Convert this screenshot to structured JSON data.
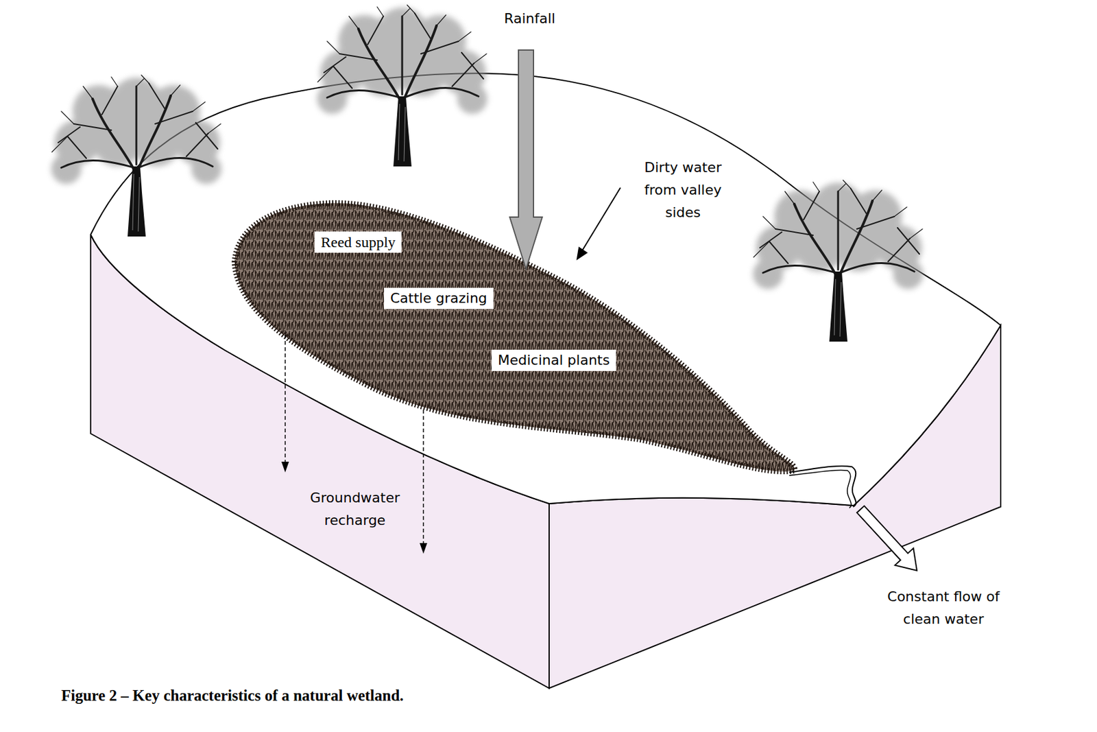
{
  "diagram": {
    "caption": "Figure 2 – Key characteristics of a natural wetland.",
    "nodes": [
      {
        "text": [
          "Reed supply"
        ]
      },
      {
        "text": [
          "Cattle grazing"
        ]
      },
      {
        "text": [
          "Medicinal plants"
        ]
      }
    ],
    "labels": [
      "Rainfall",
      "Dirty water from valley sides",
      "Groundwater recharge",
      "Constant flow of clean water"
    ]
  }
}
